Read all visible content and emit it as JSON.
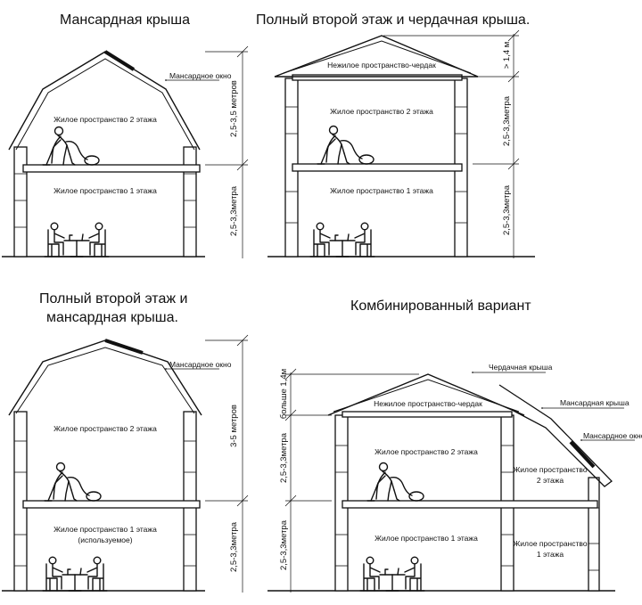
{
  "panels": [
    {
      "title": "Мансардная крыша",
      "window_label": "Мансардное окно",
      "floor2_label": "Жилое пространство 2 этажа",
      "floor1_label": "Жилое пространство 1 этажа",
      "dim_upper": "2,5-3,5 метров",
      "dim_lower": "2,5-3,3метра"
    },
    {
      "title": "Полный второй этаж и чердачная крыша.",
      "attic_label": "Нежилое пространство-чердак",
      "floor2_label": "Жилое пространство 2 этажа",
      "floor1_label": "Жилое пространство 1 этажа",
      "dim_attic": "> 1,4 м",
      "dim_upper": "2,5-3,3метра",
      "dim_lower": "2,5-3,3метра"
    },
    {
      "title_line1": "Полный второй этаж и",
      "title_line2": "мансардная крыша.",
      "window_label": "Мансардное окно",
      "floor2_label": "Жилое пространство 2 этажа",
      "floor1_label": "Жилое пространство 1 этажа",
      "floor1_note": "(используемое)",
      "dim_upper": "3-5 метров",
      "dim_lower": "2,5-3,3метра"
    },
    {
      "title": "Комбинированный вариант",
      "attic_roof_label": "Чердачная крыша",
      "mansard_roof_label": "Мансардная крыша",
      "window_label": "Мансардное окно",
      "attic_label": "Нежилое пространство-чердак",
      "floor2_label": "Жилое пространство 2 этажа",
      "floor1_label": "Жилое пространство 1 этажа",
      "side2_line1": "Жилое пространство",
      "side2_line2": "2 этажа",
      "side1_line1": "Жилое пространство",
      "side1_line2": "1 этажа",
      "dim_attic": "больше 1,4м",
      "dim_upper": "2,5-3,3метра",
      "dim_lower": "2,5-3,3метра"
    }
  ]
}
